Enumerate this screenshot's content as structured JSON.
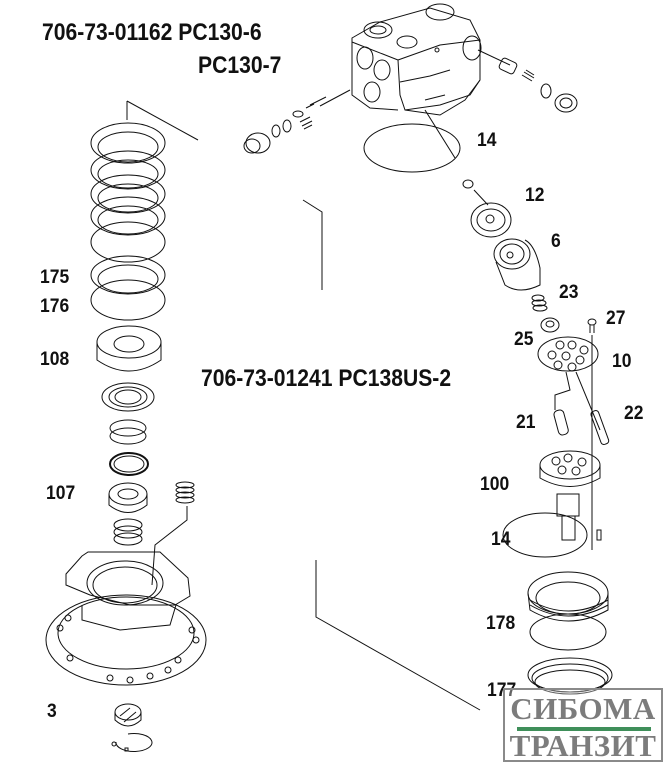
{
  "titles": {
    "assembly_1_part": "706-73-01162 PC130-6",
    "assembly_1_model_2": "PC130-7",
    "assembly_2": "706-73-01241 PC138US-2"
  },
  "callouts": {
    "c14_top": "14",
    "c12": "12",
    "c6": "6",
    "c23": "23",
    "c27": "27",
    "c25": "25",
    "c10": "10",
    "c21": "21",
    "c22": "22",
    "c100": "100",
    "c14_mid": "14",
    "c178": "178",
    "c177": "177",
    "c175": "175",
    "c176": "176",
    "c108": "108",
    "c107": "107",
    "c3": "3"
  },
  "watermark": {
    "line1": "СИБОМА",
    "line2": "ТРАНЗИТ",
    "bar_color": "#3f8f5a",
    "text_color": "#6e6e6e"
  }
}
